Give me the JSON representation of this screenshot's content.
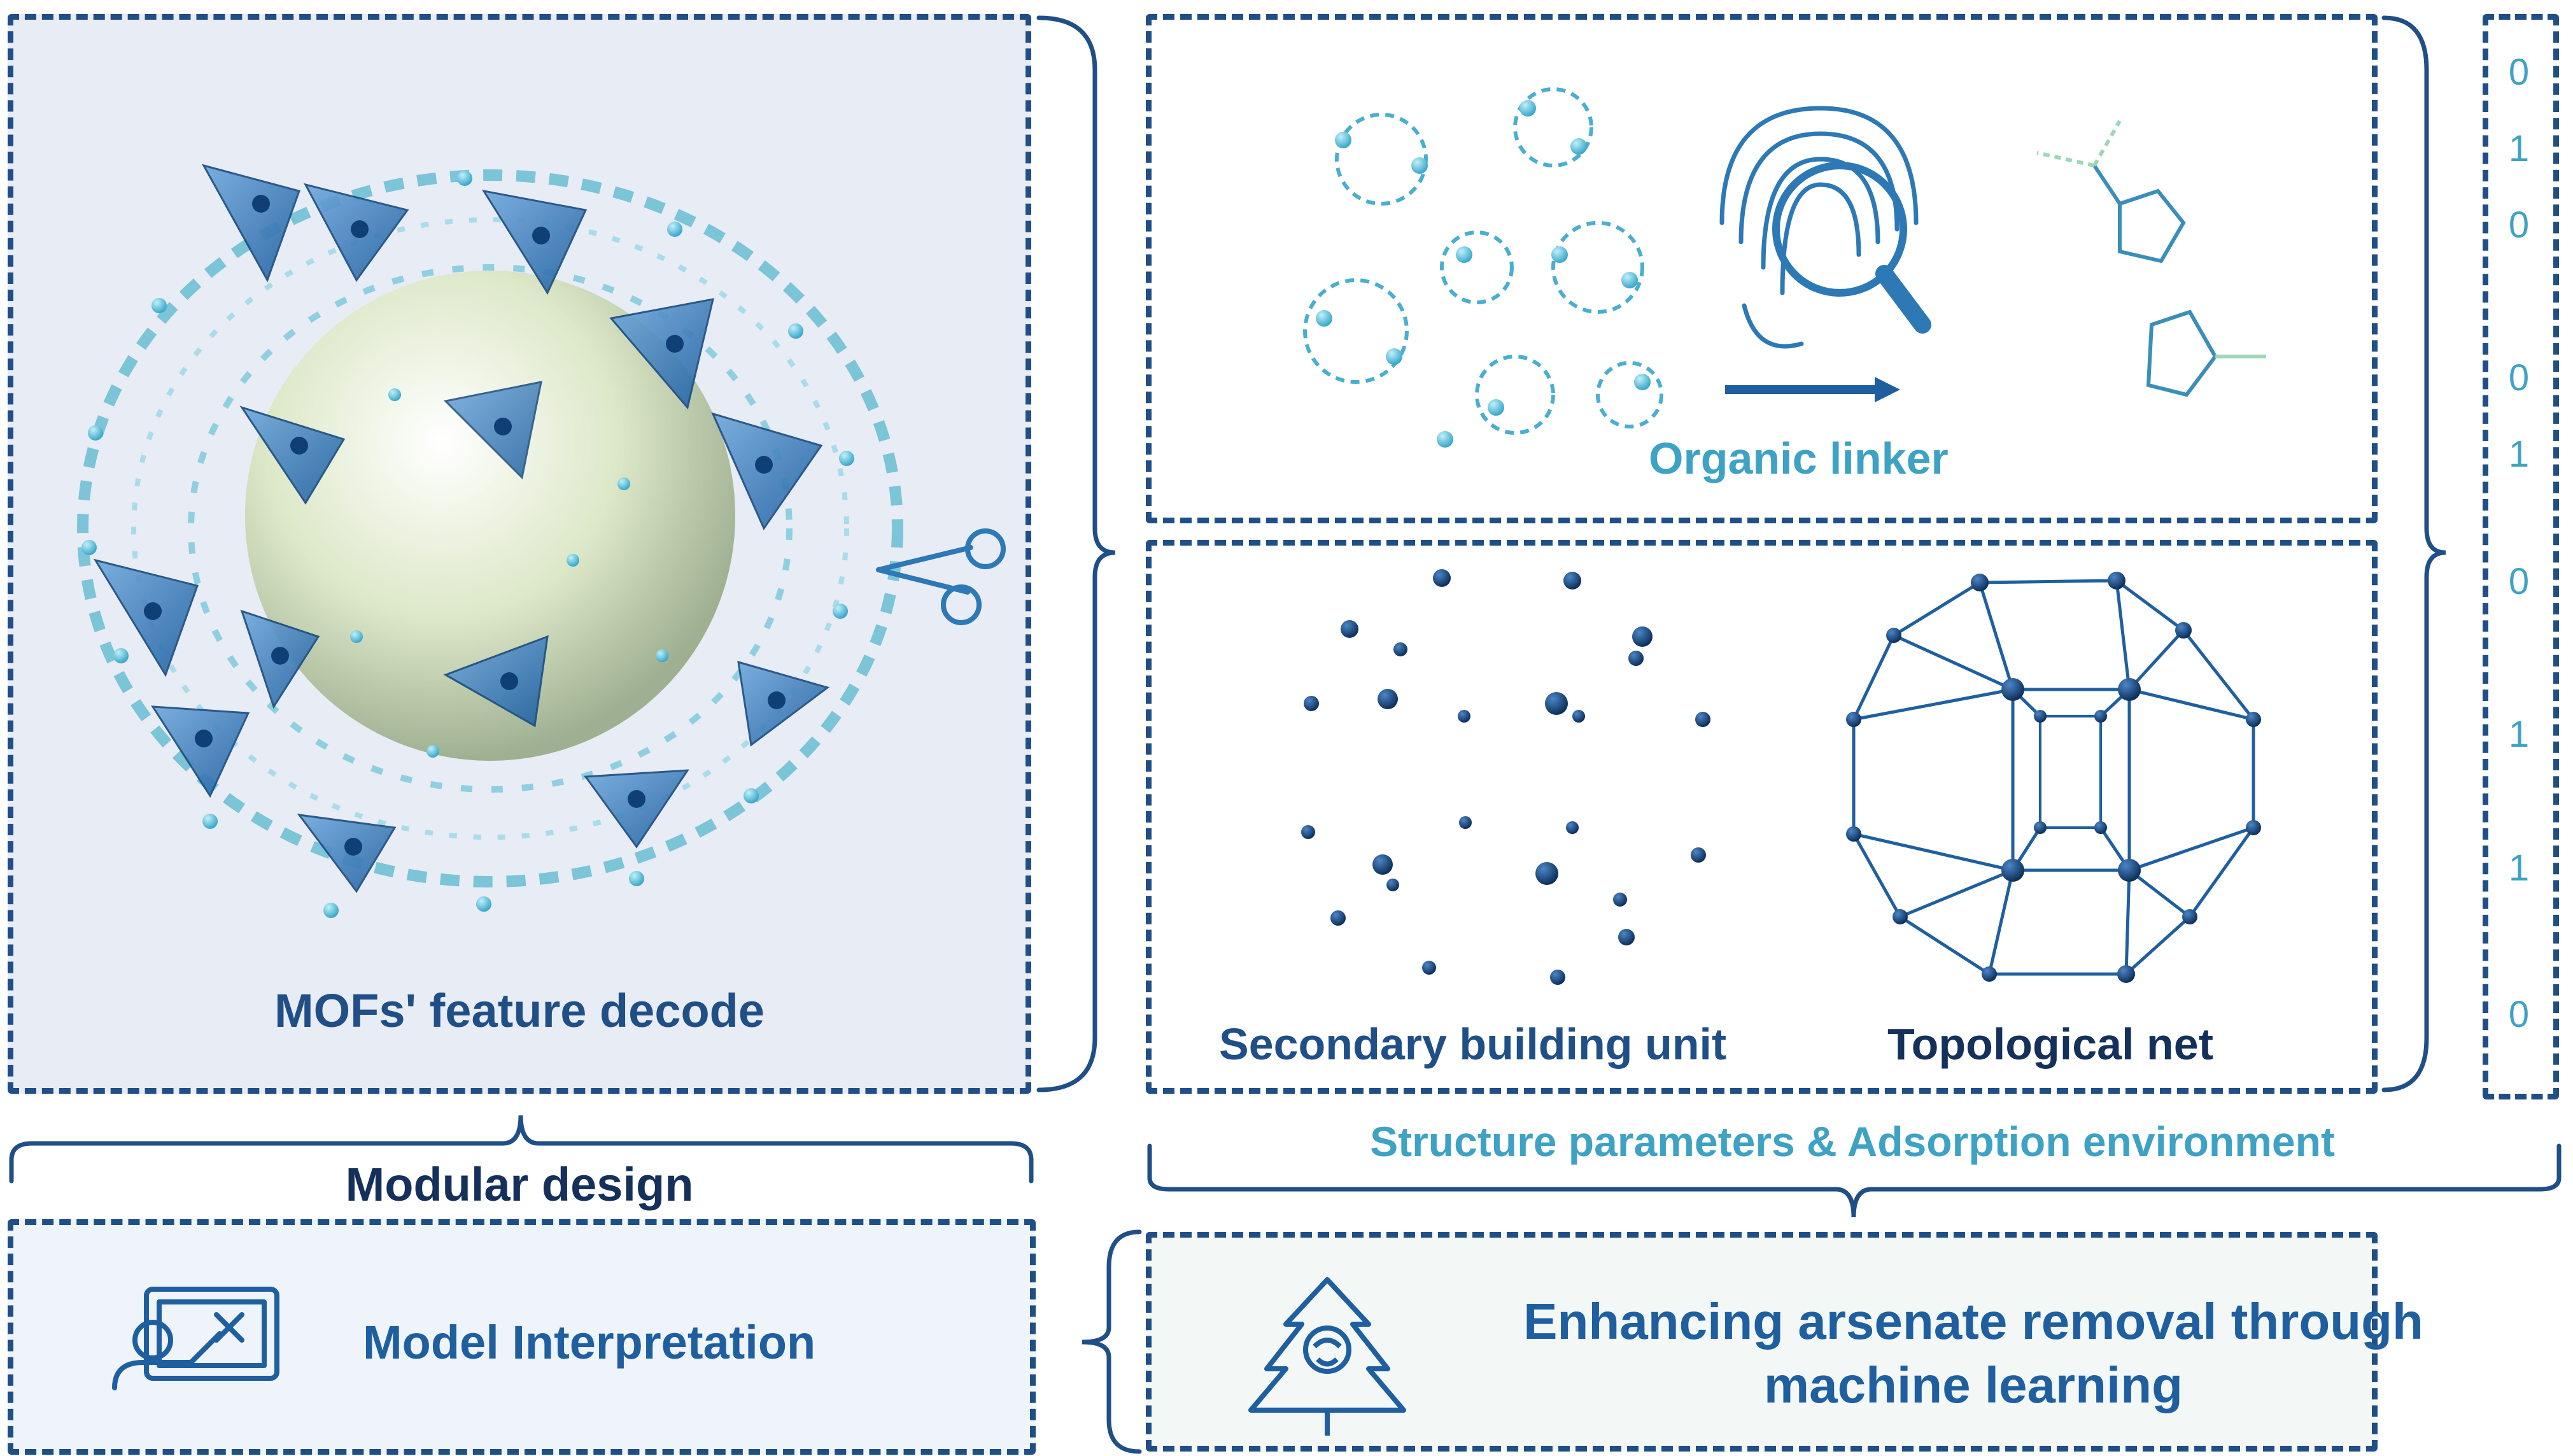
{
  "colors": {
    "dark_blue": "#1f4f86",
    "medium_blue": "#2c79b6",
    "light_blue": "#3ea2c4",
    "panel_bg_gray": "#e8ecf4",
    "panel_bg_light": "#eef4fa",
    "panel_bg_mint": "#f3f8f6",
    "pore_sphere": "#dde8c8"
  },
  "icons": {
    "scissors": "scissors-icon",
    "fingerprint": "fingerprint-search-icon",
    "teacher": "teacher-board-icon",
    "tree": "tree-brain-icon"
  },
  "labels": {
    "mof_decode": "MOFs' feature decode",
    "modular_design": "Modular design",
    "model_interpretation": "Model Interpretation",
    "organic_linker": "Organic linker",
    "sbu": "Secondary building unit",
    "topological_net": "Topological net",
    "structure_params": "Structure parameters & Adsorption environment",
    "enhancing_line1": "Enhancing arsenate removal through",
    "enhancing_line2": "machine learning"
  },
  "feature_vector": [
    "0",
    "1",
    "0",
    "0",
    "1",
    "0",
    "1",
    "1",
    "0"
  ]
}
